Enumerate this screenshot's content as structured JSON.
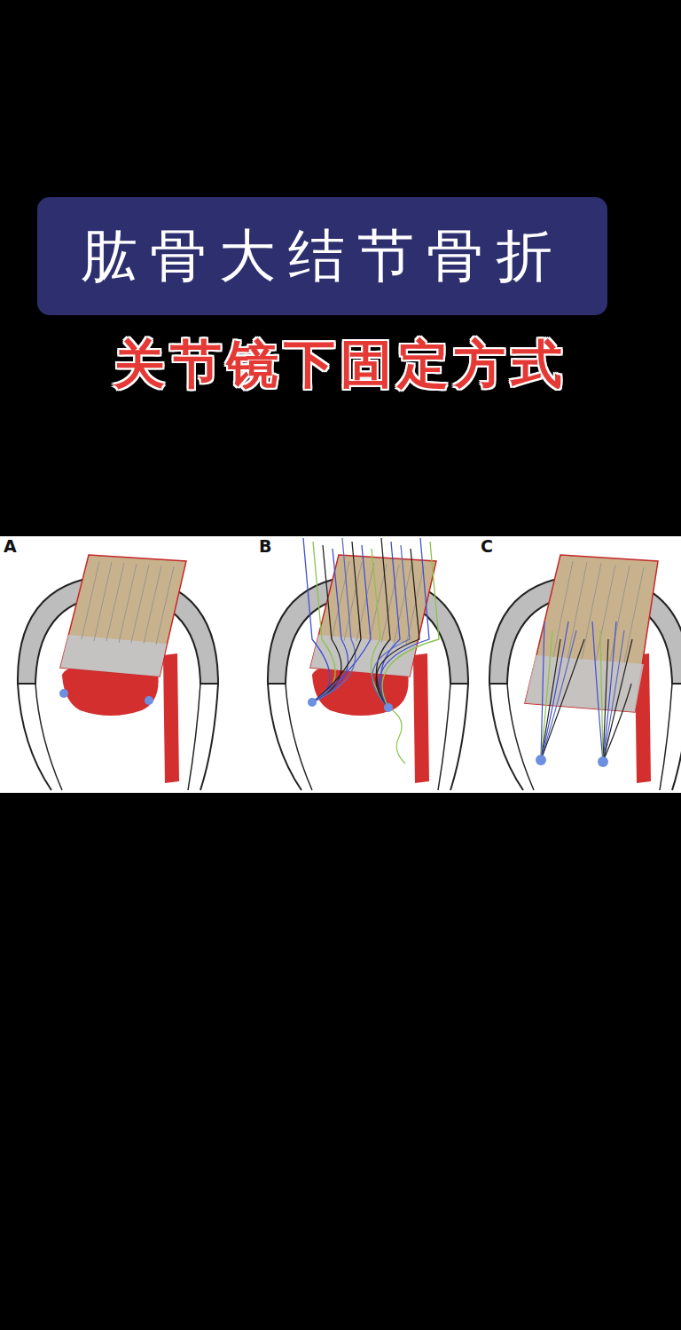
{
  "diagram": {
    "nodes": [
      {
        "text": [
          "肱骨大结节骨折"
        ]
      }
    ],
    "labels": [
      "关节镜下固定方式",
      "A",
      "B",
      "C"
    ]
  }
}
